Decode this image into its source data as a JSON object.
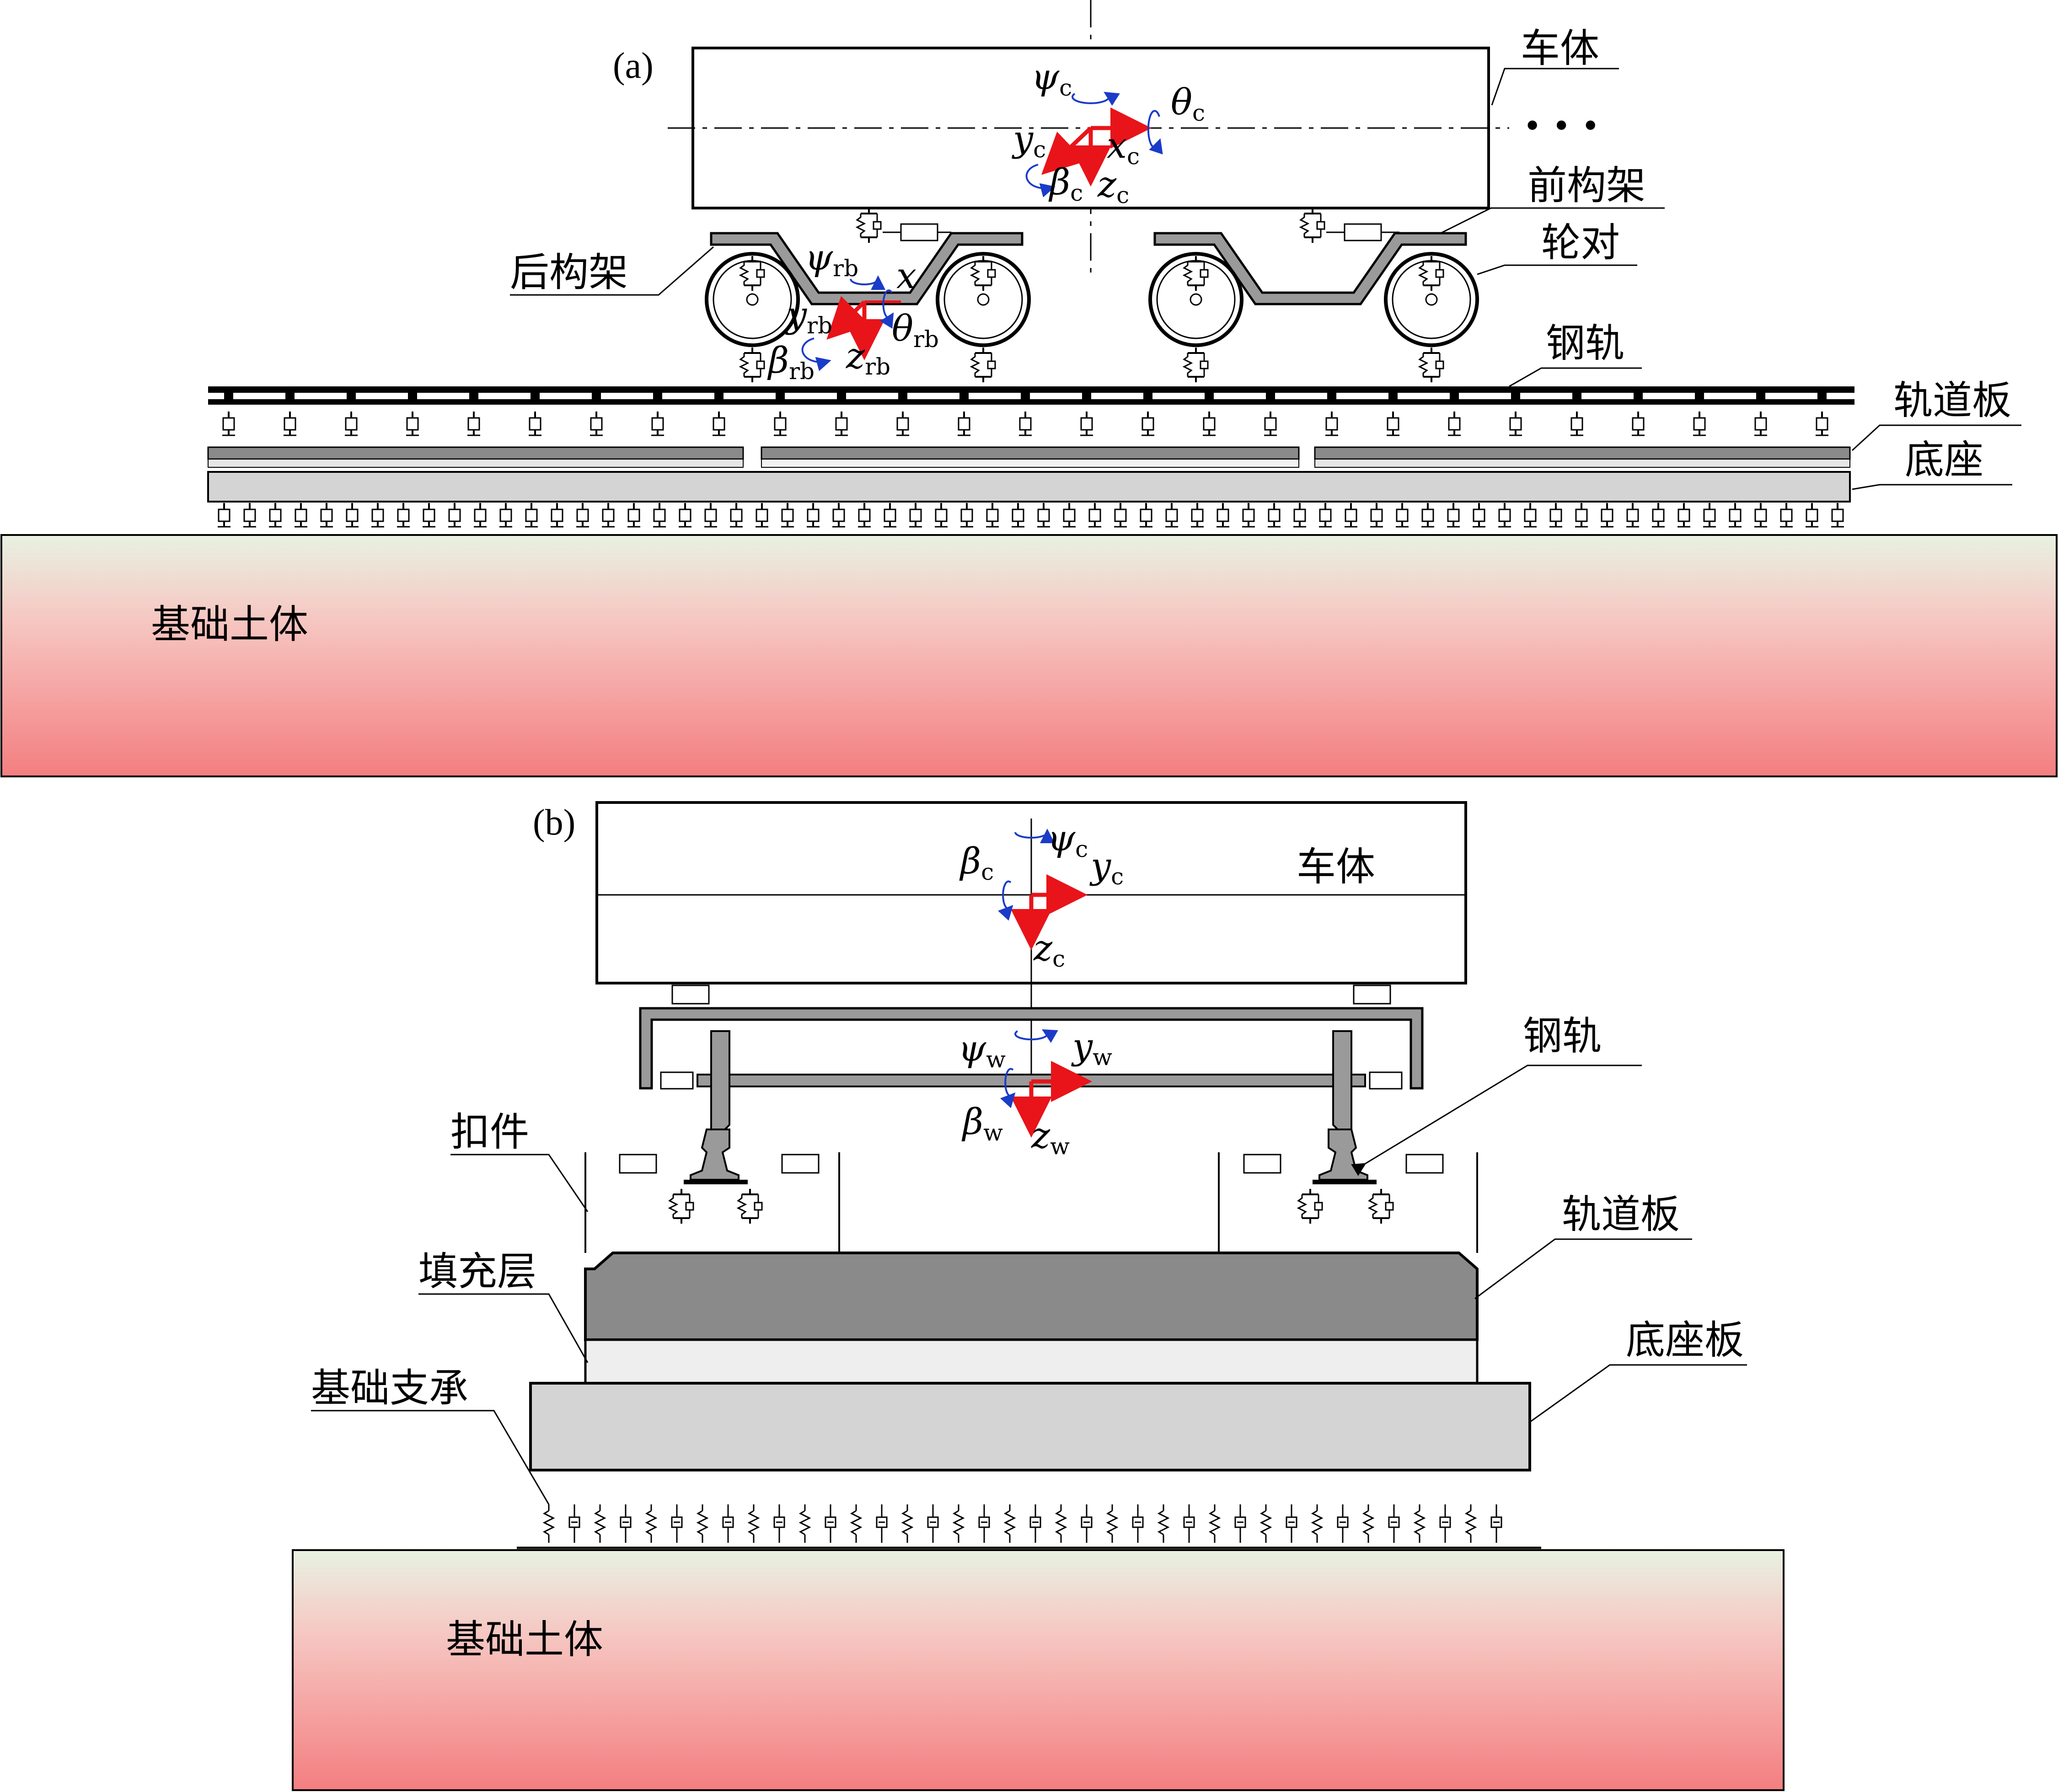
{
  "panel_a": {
    "tag": "(a)",
    "labels": {
      "car_body": "车体",
      "front_bogie": "前构架",
      "rear_bogie": "后构架",
      "wheelset": "轮对",
      "rail": "钢轨",
      "track_slab": "轨道板",
      "base": "底座",
      "soil": "基础土体",
      "ellipsis": "• • •"
    },
    "dof": {
      "psi": "ψ",
      "theta": "θ",
      "beta": "β",
      "x": "x",
      "y": "y",
      "z": "z",
      "c": "c",
      "rb": "rb"
    }
  },
  "panel_b": {
    "tag": "(b)",
    "labels": {
      "car_body": "车体",
      "rail": "钢轨",
      "fastener": "扣件",
      "track_slab": "轨道板",
      "filling_layer": "填充层",
      "base_slab": "底座板",
      "foundation_support": "基础支承",
      "soil": "基础土体"
    },
    "dof": {
      "psi": "ψ",
      "beta": "β",
      "y": "y",
      "z": "z",
      "c": "c",
      "w": "w"
    }
  },
  "colors": {
    "soil_top": "#e8f2e2",
    "soil_bottom": "#f47e80",
    "slab_dark": "#8a8a8a",
    "slab_light": "#d4d4d4",
    "axis_red": "#e8141a",
    "rotation_blue": "#1a3cc8"
  }
}
